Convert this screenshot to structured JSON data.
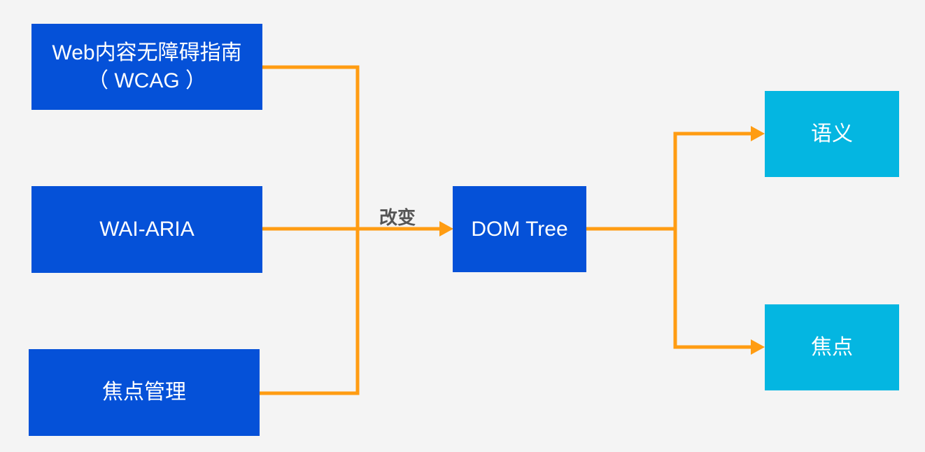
{
  "nodes": {
    "wcag": "Web内容无障碍指南\n（ WCAG ）",
    "wai_aria": "WAI-ARIA",
    "focus_mgmt": "焦点管理",
    "dom_tree": "DOM Tree",
    "semantics": "语义",
    "focus": "焦点"
  },
  "edge_label": "改变",
  "colors": {
    "node_dark": "#0551d8",
    "node_light": "#04b6e1",
    "connector": "#ff9c12",
    "background": "#f4f4f4"
  }
}
